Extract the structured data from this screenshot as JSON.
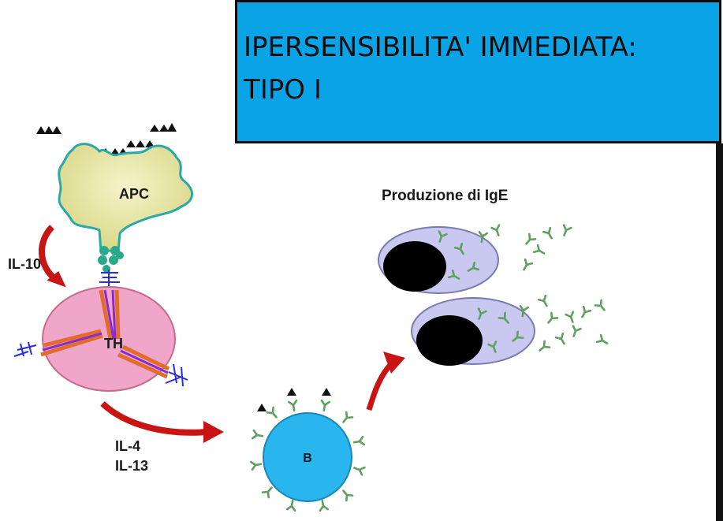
{
  "title": {
    "line1": "IPERSENSIBILITA' IMMEDIATA:",
    "line2": "TIPO I"
  },
  "labels": {
    "apc": "APC",
    "th": "TH",
    "b": "B",
    "il10": "IL-10",
    "il4": "IL-4",
    "il13": "IL-13",
    "produzione": "Produzione di IgE"
  },
  "colors": {
    "title_bg": "#0aa3e6",
    "apc_fill": "#e6e6a6",
    "th_fill": "#f0a6c8",
    "b_fill": "#29b6ee",
    "plasma_fill": "#c8c8f0",
    "antibody": "#6fae6f",
    "arrow": "#c81414"
  }
}
